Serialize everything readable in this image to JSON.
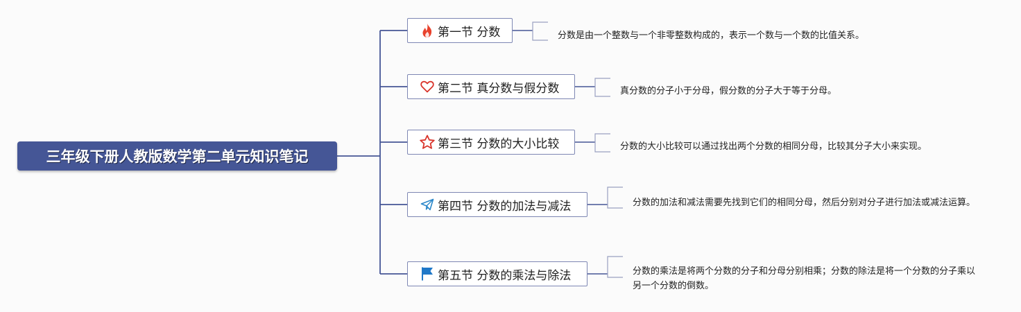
{
  "root": {
    "title": "三年级下册人教版数学第二单元知识笔记"
  },
  "sections": [
    {
      "icon": "fire-icon",
      "label": "第一节 分数",
      "note": "分数是由一个整数与一个非零整数构成的，表示一个数与一个数的比值关系。"
    },
    {
      "icon": "heart-icon",
      "label": "第二节 真分数与假分数",
      "note": "真分数的分子小于分母，假分数的分子大于等于分母。"
    },
    {
      "icon": "star-icon",
      "label": "第三节 分数的大小比较",
      "note": "分数的大小比较可以通过找出两个分数的相同分母，比较其分子大小来实现。"
    },
    {
      "icon": "paper-plane-icon",
      "label": "第四节 分数的加法与减法",
      "note": "分数的加法和减法需要先找到它们的相同分母，然后分别对分子进行加法或减法运算。"
    },
    {
      "icon": "flag-icon",
      "label": "第五节 分数的乘法与除法",
      "note": "分数的乘法是将两个分数的分子和分母分别相乘；分数的除法是将一个分数的分子乘以另一个分数的倒数。"
    }
  ],
  "colors": {
    "root_fill": "#455696",
    "connector": "#455696",
    "node_border": "#7d86b3",
    "bracket": "#9aa0c0"
  }
}
